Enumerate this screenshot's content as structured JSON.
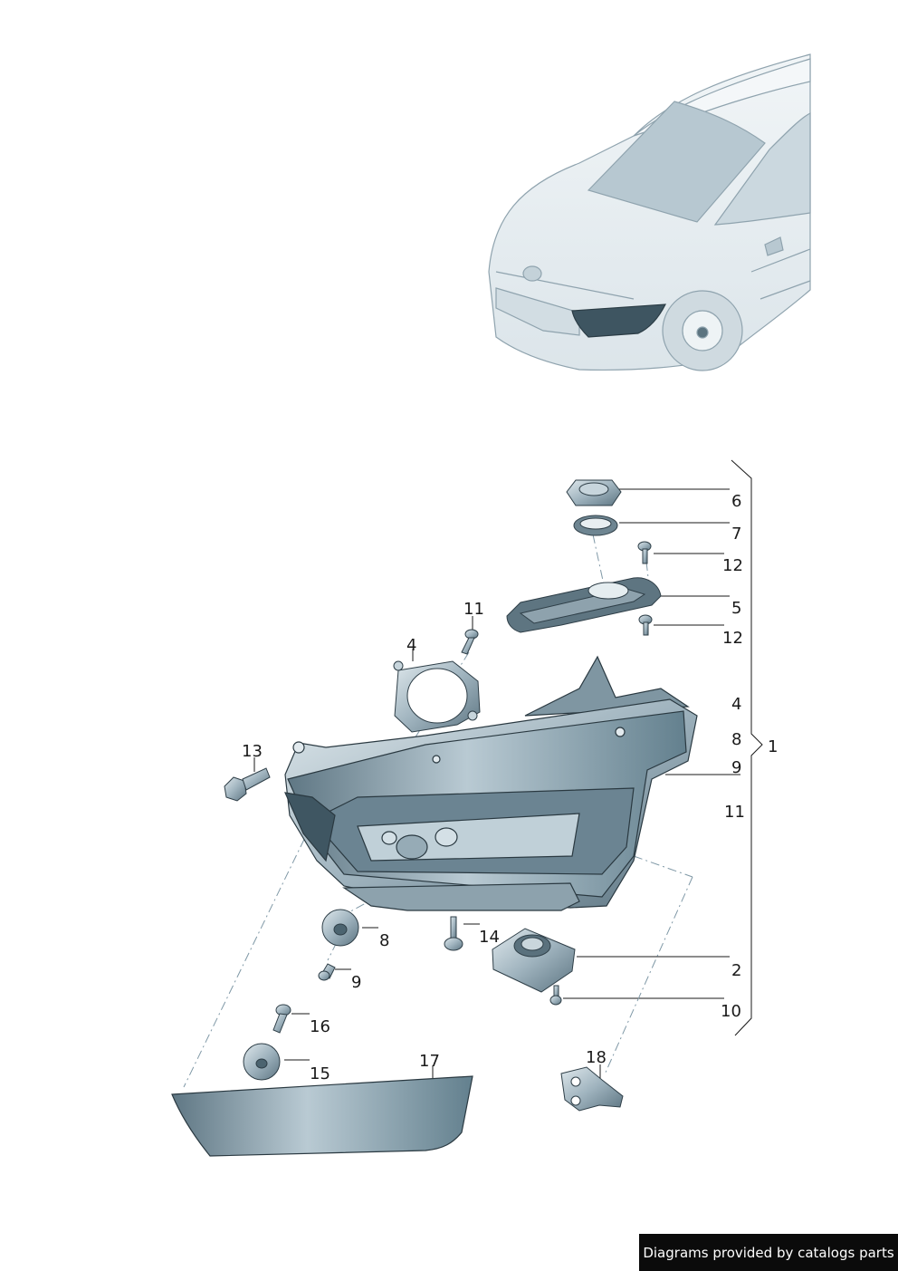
{
  "labels": {
    "l1": "1",
    "l2": "2",
    "l4a": "4",
    "l4b": "4",
    "l5": "5",
    "l6": "6",
    "l7": "7",
    "l8a": "8",
    "l8b": "8",
    "l9a": "9",
    "l9b": "9",
    "l10": "10",
    "l11a": "11",
    "l11b": "11",
    "l12a": "12",
    "l12b": "12",
    "l13": "13",
    "l14": "14",
    "l15": "15",
    "l16": "16",
    "l17": "17",
    "l18": "18"
  },
  "credit": "Diagrams provided by catalogs parts",
  "colors": {
    "part_fill": "#8fa6b3",
    "part_dark": "#4f6672",
    "part_light": "#d7e2e8",
    "car_fill": "#e8eef1",
    "line": "#1a1a1a",
    "dash": "#7f98a6"
  }
}
